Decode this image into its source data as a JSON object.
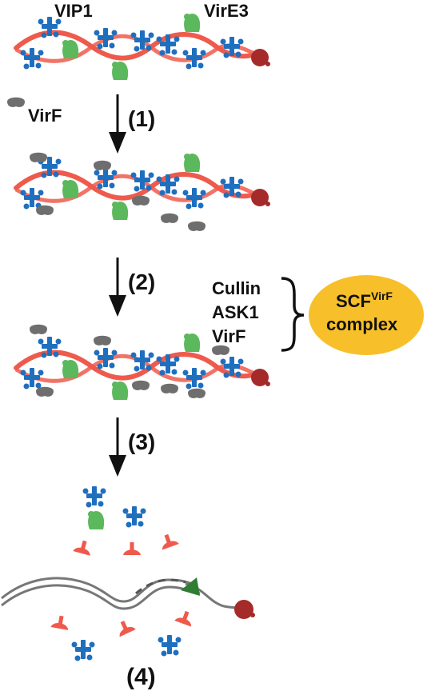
{
  "labels": {
    "vip1": "VIP1",
    "vire3": "VirE3",
    "virf": "VirF",
    "step1": "(1)",
    "step2": "(2)",
    "step3": "(3)",
    "step4": "(4)",
    "cullin": "Cullin",
    "ask1": "ASK1",
    "virf_component": "VirF",
    "scf_base": "SCF",
    "scf_super": "VirF",
    "complex": "complex"
  },
  "colors": {
    "dna_strand": "#ee5a4c",
    "vire2_protein": "#ee5a4c",
    "vip1_protein": "#1f6fbf",
    "vire3_protein": "#5cb85c",
    "virf_protein": "#6e6e6e",
    "t_cap": "#a52a2a",
    "scf_ellipse": "#f7c02a",
    "text": "#111111",
    "plant_dna": "#777777",
    "arrowhead_green": "#2e7d32"
  }
}
